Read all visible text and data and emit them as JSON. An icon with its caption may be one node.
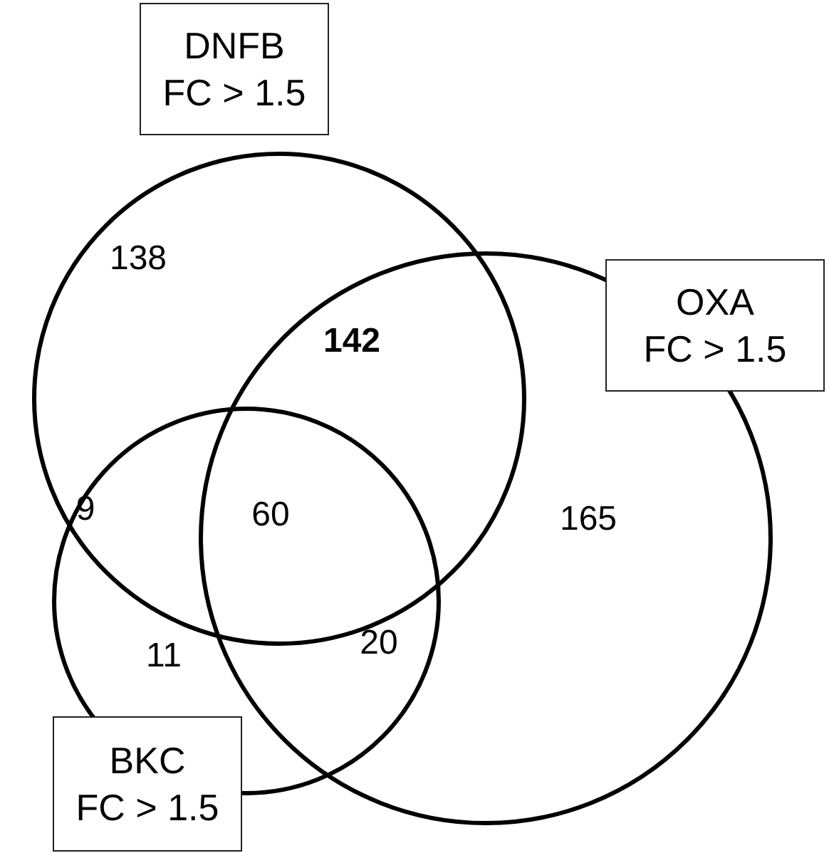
{
  "diagram": {
    "nodes": [
      {
        "text": [
          "DNFB",
          "FC > 1.5"
        ]
      },
      {
        "text": [
          "OXA",
          "FC > 1.5"
        ]
      },
      {
        "text": [
          "BKC",
          "FC > 1.5"
        ]
      },
      {
        "text": [],
        "shape": "circle"
      },
      {
        "text": [],
        "shape": "circle"
      },
      {
        "text": [],
        "shape": "circle"
      }
    ],
    "labels": [
      "138",
      "142",
      "9",
      "60",
      "165",
      "11",
      "20"
    ]
  }
}
